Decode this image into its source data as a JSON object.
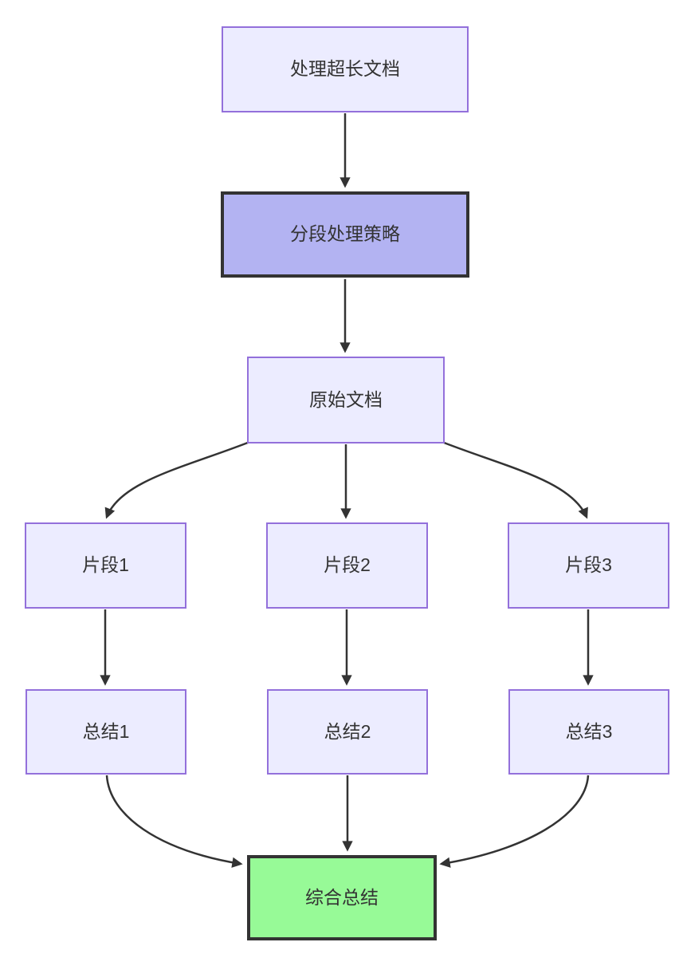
{
  "diagram": {
    "type": "flowchart",
    "direction": "top-down",
    "background": "#ffffff",
    "colors": {
      "background": "#ffffff",
      "node_fill": "#ECECFF",
      "node_border": "#9370DB",
      "highlight_fill": "#B3B3F2",
      "highlight_border": "#333333",
      "success_fill": "#97FA97",
      "success_border": "#333333",
      "edge_color": "#333333",
      "text_color": "#333333"
    },
    "nodes": [
      {
        "id": "process",
        "label": "处理超长文档",
        "style": "default"
      },
      {
        "id": "strategy",
        "label": "分段处理策略",
        "style": "highlight"
      },
      {
        "id": "document",
        "label": "原始文档",
        "style": "default"
      },
      {
        "id": "frag1",
        "label": "片段1",
        "style": "default"
      },
      {
        "id": "frag2",
        "label": "片段2",
        "style": "default"
      },
      {
        "id": "frag3",
        "label": "片段3",
        "style": "default"
      },
      {
        "id": "sum1",
        "label": "总结1",
        "style": "default"
      },
      {
        "id": "sum2",
        "label": "总结2",
        "style": "default"
      },
      {
        "id": "sum3",
        "label": "总结3",
        "style": "default"
      },
      {
        "id": "final",
        "label": "综合总结",
        "style": "success"
      }
    ],
    "edges": [
      {
        "from": "process",
        "to": "strategy",
        "arrow": true
      },
      {
        "from": "strategy",
        "to": "document",
        "arrow": true
      },
      {
        "from": "document",
        "to": "frag1",
        "arrow": true
      },
      {
        "from": "document",
        "to": "frag2",
        "arrow": true
      },
      {
        "from": "document",
        "to": "frag3",
        "arrow": true
      },
      {
        "from": "frag1",
        "to": "sum1",
        "arrow": true
      },
      {
        "from": "frag2",
        "to": "sum2",
        "arrow": true
      },
      {
        "from": "frag3",
        "to": "sum3",
        "arrow": true
      },
      {
        "from": "sum1",
        "to": "final",
        "arrow": true
      },
      {
        "from": "sum2",
        "to": "final",
        "arrow": true
      },
      {
        "from": "sum3",
        "to": "final",
        "arrow": true
      }
    ]
  }
}
